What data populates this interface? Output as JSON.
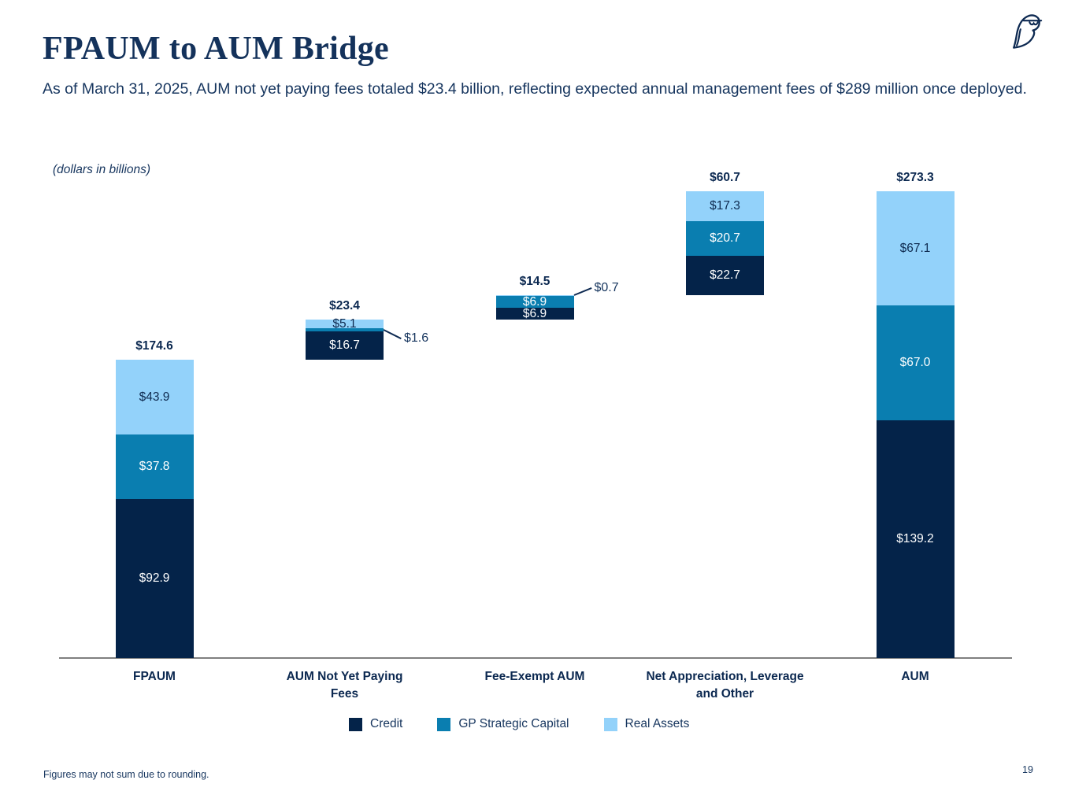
{
  "page": {
    "title": "FPAUM to AUM Bridge",
    "subtitle": "As of March 31, 2025, AUM not yet paying fees totaled $23.4 billion, reflecting expected annual management fees of $289 million once deployed.",
    "footnote": "Figures may not sum due to rounding.",
    "page_number": "19",
    "logo_icon": "owl-logo-icon"
  },
  "chart_data": {
    "type": "bar",
    "variant": "stacked-waterfall-bridge",
    "units_note": "(dollars in billions)",
    "ylim": [
      0,
      293
    ],
    "grid": false,
    "legend_position": "bottom",
    "series": [
      {
        "name": "Credit",
        "color": "#042349",
        "label_color": "#FFFFFF"
      },
      {
        "name": "GP Strategic Capital",
        "color": "#0A7EB0",
        "label_color": "#FFFFFF"
      },
      {
        "name": "Real Assets",
        "color": "#93D2FA",
        "label_color": "#0E2A4F"
      }
    ],
    "bars": [
      {
        "category": "FPAUM",
        "total": 174.6,
        "total_label": "$174.6",
        "base": 0,
        "segments": [
          {
            "series": "Credit",
            "value": 92.9,
            "label": "$92.9"
          },
          {
            "series": "GP Strategic Capital",
            "value": 37.8,
            "label": "$37.8"
          },
          {
            "series": "Real Assets",
            "value": 43.9,
            "label": "$43.9"
          }
        ]
      },
      {
        "category": "AUM Not Yet Paying\nFees",
        "total": 23.4,
        "total_label": "$23.4",
        "base": 174.6,
        "segments": [
          {
            "series": "Credit",
            "value": 16.7,
            "label": "$16.7"
          },
          {
            "series": "GP Strategic Capital",
            "value": 1.6,
            "label": "$1.6",
            "callout": {
              "dx": 22,
              "dy": 11
            }
          },
          {
            "series": "Real Assets",
            "value": 5.1,
            "label": "$5.1"
          }
        ]
      },
      {
        "category": "Fee-Exempt AUM",
        "total": 14.5,
        "total_label": "$14.5",
        "base": 198.0,
        "segments": [
          {
            "series": "Credit",
            "value": 6.9,
            "label": "$6.9"
          },
          {
            "series": "GP Strategic Capital",
            "value": 6.9,
            "label": "$6.9"
          },
          {
            "series": "Real Assets",
            "value": 0.7,
            "label": "$0.7",
            "callout": {
              "dx": 22,
              "dy": -9
            }
          }
        ]
      },
      {
        "category": "Net Appreciation, Leverage\nand Other",
        "total": 60.7,
        "total_label": "$60.7",
        "base": 212.5,
        "segments": [
          {
            "series": "Credit",
            "value": 22.7,
            "label": "$22.7"
          },
          {
            "series": "GP Strategic Capital",
            "value": 20.7,
            "label": "$20.7"
          },
          {
            "series": "Real Assets",
            "value": 17.3,
            "label": "$17.3"
          }
        ]
      },
      {
        "category": "AUM",
        "total": 273.3,
        "total_label": "$273.3",
        "base": 0,
        "segments": [
          {
            "series": "Credit",
            "value": 139.2,
            "label": "$139.2"
          },
          {
            "series": "GP Strategic Capital",
            "value": 67.0,
            "label": "$67.0"
          },
          {
            "series": "Real Assets",
            "value": 67.1,
            "label": "$67.1"
          }
        ]
      }
    ],
    "colors": {
      "text_navy": "#16355E",
      "label_navy": "#0B2850",
      "axis_gray": "#7F7F7F"
    }
  }
}
